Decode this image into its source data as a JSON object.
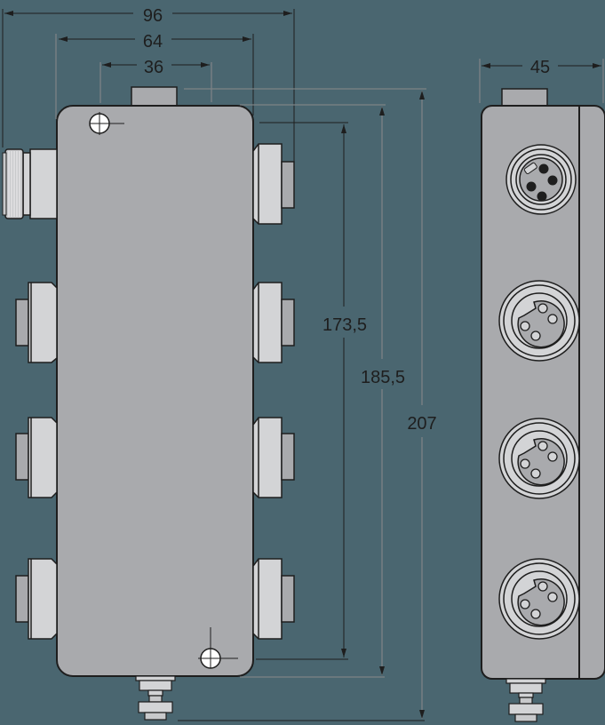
{
  "drawing": {
    "background": "#4a6670",
    "housing_color": "#a9aaad",
    "connector_color": "#d3d4d6",
    "line_color": "#1e1e1e",
    "units": "mm"
  },
  "front_view": {
    "dimensions": {
      "overall_width": "96",
      "body_width": "64",
      "hole_spacing_x": "36",
      "hole_spacing_y": "173,5",
      "body_height": "185,5",
      "overall_height": "207"
    },
    "connectors": {
      "left_count": 4,
      "right_count": 4,
      "left_top_type": "threaded-7/8-connector",
      "other_type": "M12-connector-side"
    },
    "mounting_holes": 2,
    "ground_stud": 1
  },
  "side_view": {
    "dimensions": {
      "depth": "45"
    },
    "connector_faces": [
      {
        "pins": 4,
        "style": "male-filled-pins"
      },
      {
        "pins": 4,
        "style": "female-hollow-pins"
      },
      {
        "pins": 4,
        "style": "female-hollow-pins"
      },
      {
        "pins": 4,
        "style": "female-hollow-pins"
      }
    ]
  }
}
